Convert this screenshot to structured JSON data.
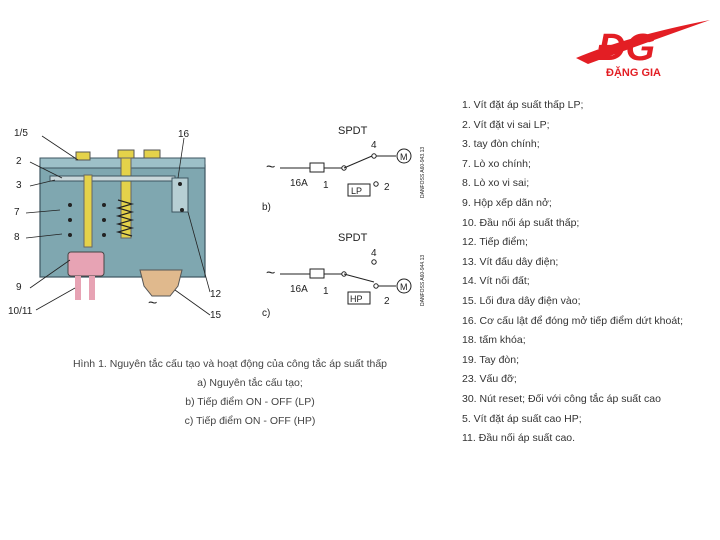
{
  "logo": {
    "mark": "ĐG",
    "text": "ĐẶNG GIA",
    "color": "#e31e24"
  },
  "diagram": {
    "part_labels": [
      "1/5",
      "2",
      "3",
      "7",
      "8",
      "9",
      "10/11",
      "16",
      "12",
      "15"
    ],
    "panel_b": {
      "title": "SPDT",
      "rating": "16A",
      "contacts": [
        "1",
        "2",
        "4"
      ],
      "bellows": "LP",
      "panel": "b)",
      "side_text": "DANFOSS A60-943.13"
    },
    "panel_c": {
      "title": "SPDT",
      "rating": "16A",
      "contacts": [
        "1",
        "2",
        "4"
      ],
      "bellows": "HP",
      "panel": "c)",
      "side_text": "DANFOSS A60-944.13"
    },
    "ac_symbol": "~",
    "motor": "M",
    "colors": {
      "housing": "#7fa7b0",
      "housing_dark": "#3d5560",
      "bellows_pink": "#e7a3b4",
      "bellows_tan": "#e0b98d",
      "screw": "#e4d24a"
    }
  },
  "caption": {
    "title": "Hình 1. Nguyên tắc cấu tạo và hoạt động của công tắc áp suất thấp",
    "a": "a) Nguyên tắc cấu tạo;",
    "b": "b) Tiếp điểm ON - OFF (LP)",
    "c": "c) Tiếp điểm ON - OFF (HP)"
  },
  "legend": [
    "1. Vít đặt áp suất thấp LP;",
    "2. Vít đặt vi sai LP;",
    "3. tay đòn chính;",
    "7. Lò xo chính;",
    "8. Lò xo vi sai;",
    "9. Hộp xếp dãn nở;",
    "10. Đầu nối áp suất thấp;",
    "12. Tiếp điểm;",
    "13. Vít đấu dây điện;",
    "14. Vít nối đất;",
    "15. Lối đưa dây điện vào;",
    "16. Cơ cấu lật để đóng mở tiếp điểm dứt khoát;",
    "18. tấm khóa;",
    "19. Tay đòn;",
    "23. Vấu đỡ;",
    "30. Nút reset; Đối với công tắc áp suất cao",
    "5. Vít đặt áp suất cao HP;",
    "11. Đầu nối áp suất cao."
  ]
}
